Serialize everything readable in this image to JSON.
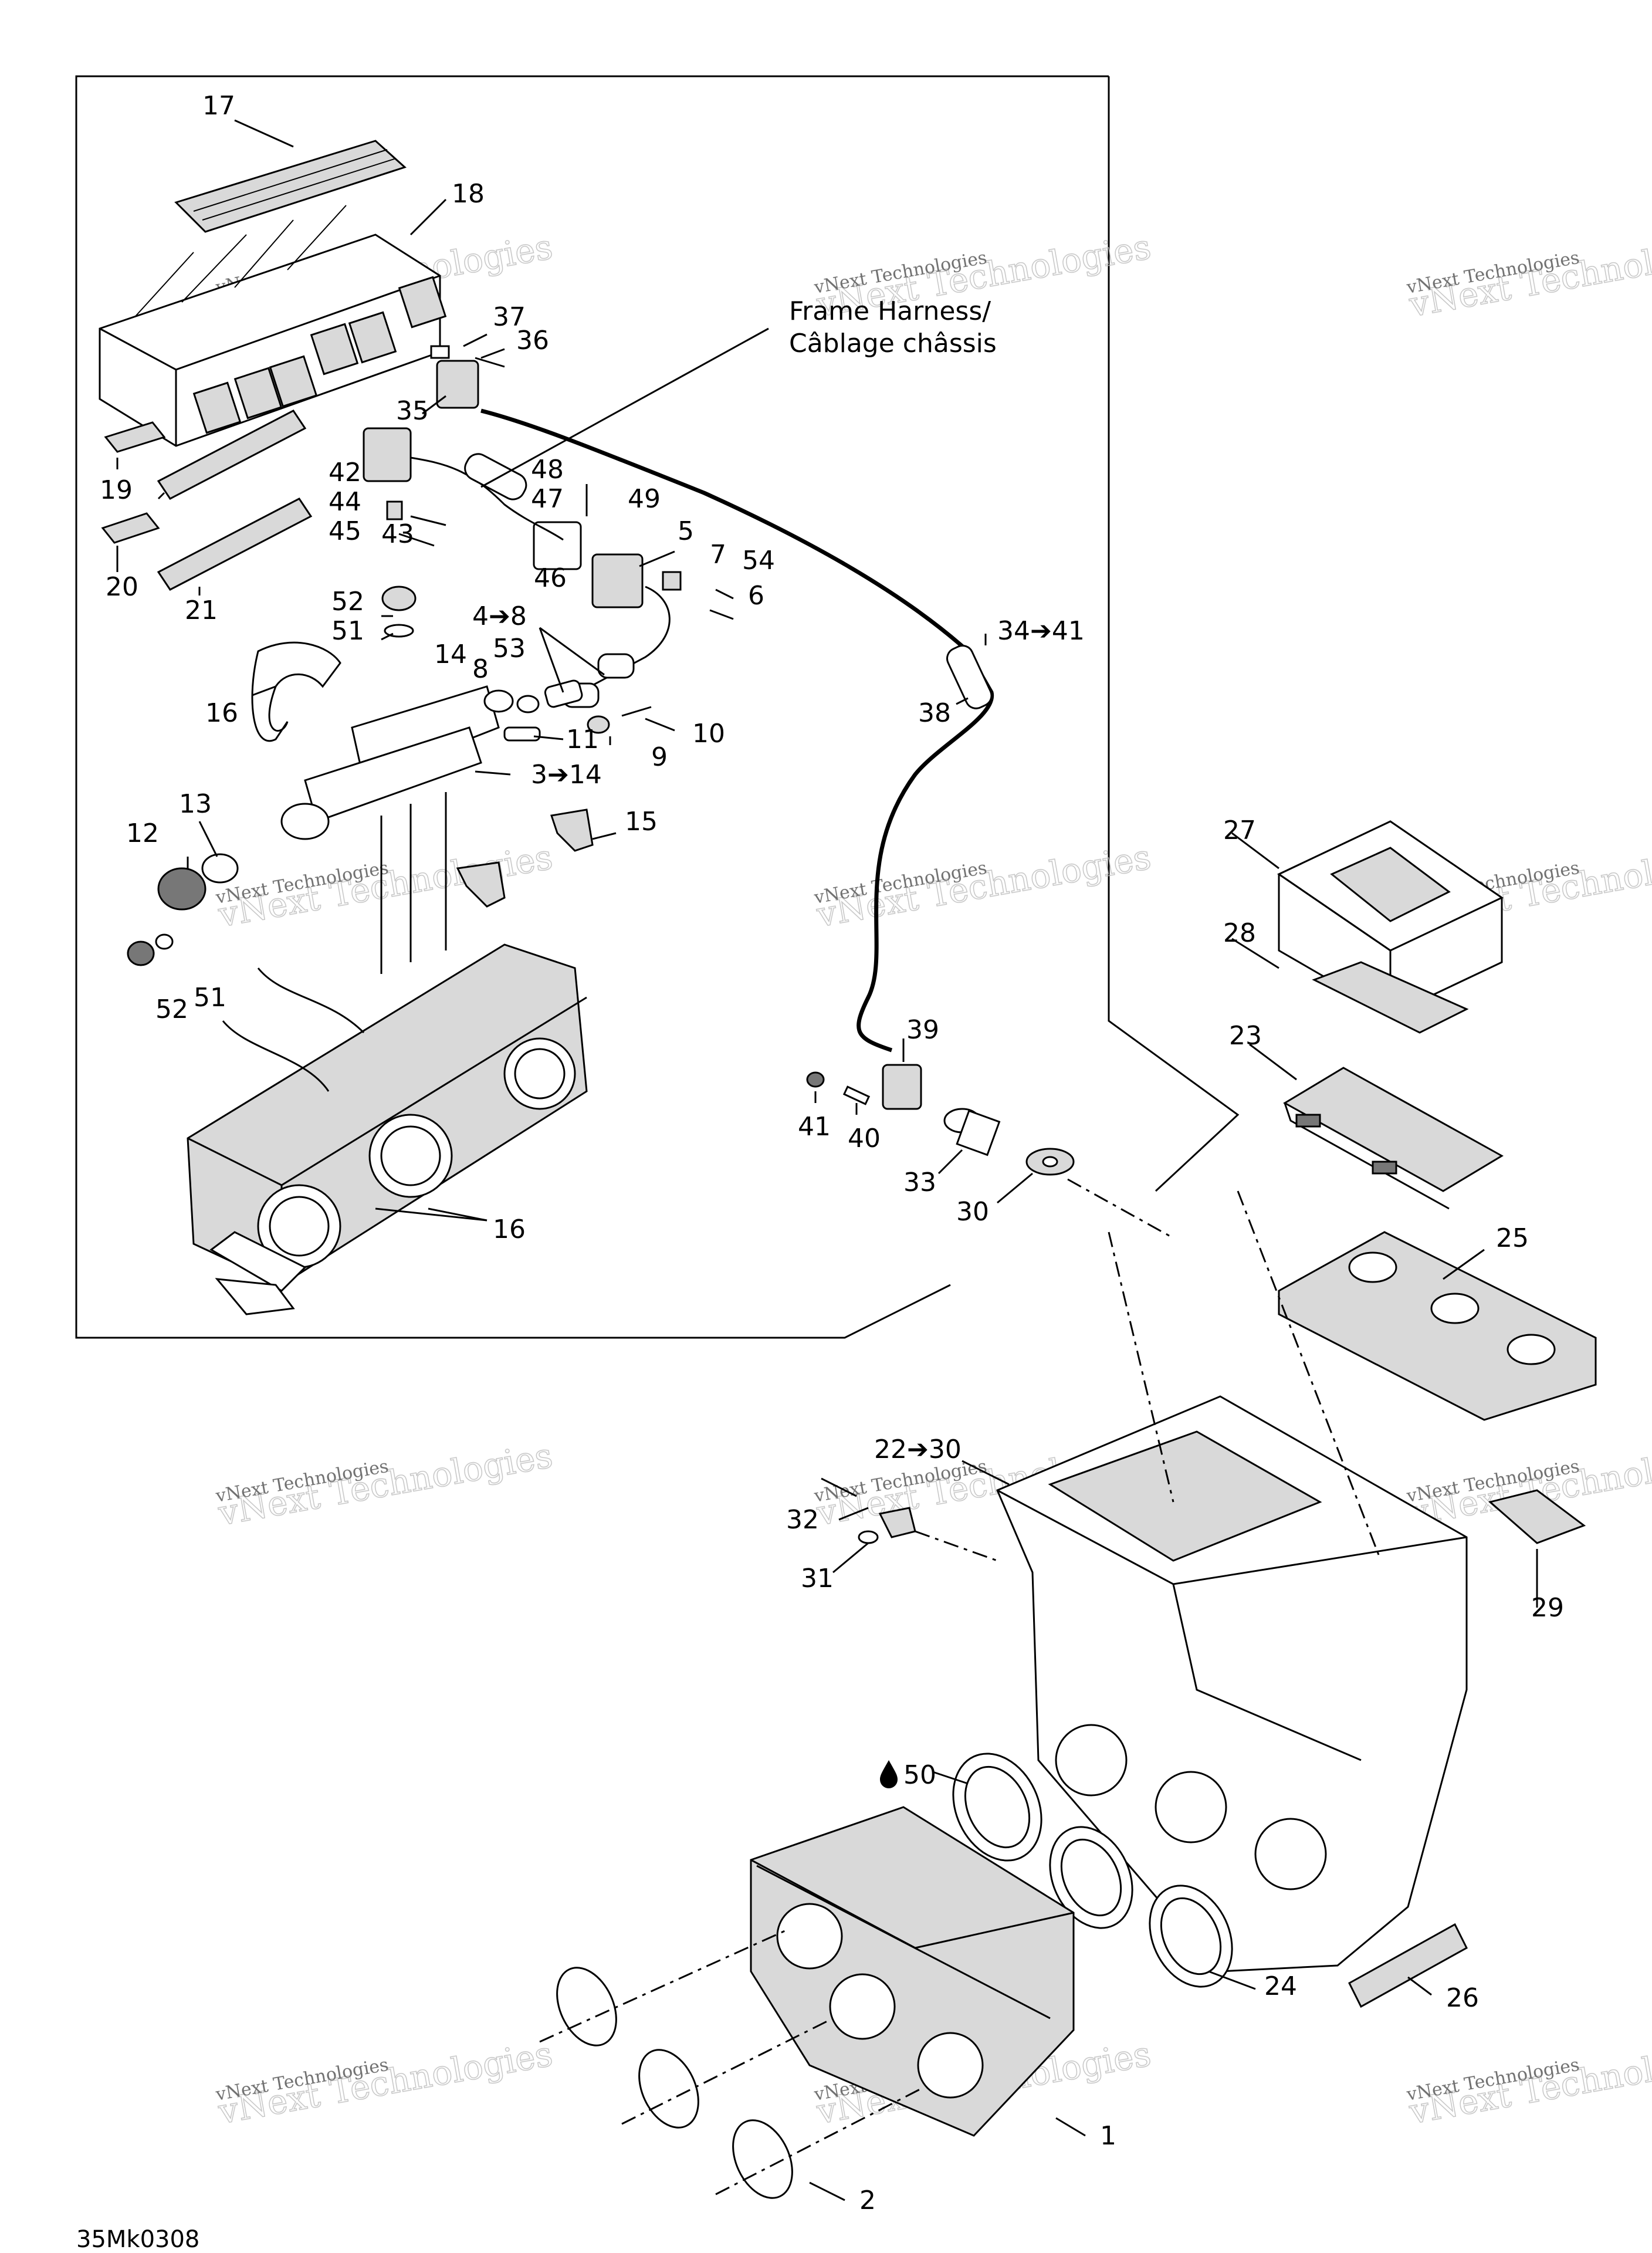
{
  "watermark": {
    "line1": "vNext Technologies",
    "line2": "vNext Technologies"
  },
  "frame_harness_label": {
    "line1": "Frame Harness/",
    "line2": "Câblage châssis"
  },
  "drawing_ref": "35Mk0308",
  "callouts": [
    "17",
    "18",
    "37",
    "36",
    "35",
    "19",
    "42",
    "44",
    "45",
    "43",
    "48",
    "47",
    "49",
    "46",
    "5",
    "7",
    "54",
    "6",
    "20",
    "21",
    "52",
    "51",
    "4➔8",
    "53",
    "14",
    "8",
    "16",
    "11",
    "10",
    "9",
    "3➔14",
    "34➔41",
    "38",
    "13",
    "12",
    "15",
    "52",
    "51",
    "27",
    "28",
    "23",
    "39",
    "41",
    "40",
    "33",
    "30",
    "16",
    "25",
    "22➔30",
    "32",
    "31",
    "29",
    "50",
    "24",
    "26",
    "1",
    "2"
  ]
}
